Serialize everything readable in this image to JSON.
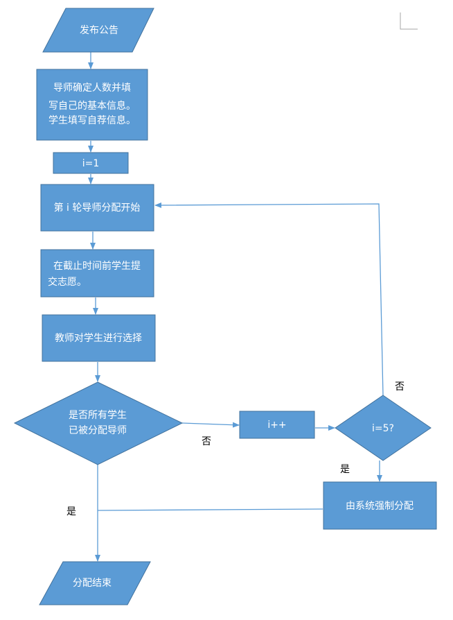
{
  "colors": {
    "node_fill": "#5b9bd5",
    "node_stroke": "#41719c",
    "edge": "#5b9bd5",
    "text_on_node": "#ffffff",
    "text_label": "#000000"
  },
  "nodes": {
    "publish": {
      "text": "发布公告"
    },
    "tutor_info": {
      "lines": [
        "导师确定人数并填",
        "写自己的基本信息。",
        "学生填写自荐信息。"
      ]
    },
    "init_i": {
      "text": "i=1"
    },
    "round_start": {
      "text": "第 i 轮导师分配开始"
    },
    "submit_pref": {
      "lines": [
        "在截止时间前学生提",
        "交志愿。"
      ]
    },
    "teacher_select": {
      "text": "教师对学生进行选择"
    },
    "all_assigned": {
      "lines": [
        "是否所有学生",
        "已被分配导师"
      ]
    },
    "increment": {
      "text": "i++"
    },
    "check_five": {
      "text": "i=5?"
    },
    "force_assign": {
      "text": "由系统强制分配"
    },
    "end": {
      "text": "分配结束"
    }
  },
  "edge_labels": {
    "all_no": "否",
    "all_yes": "是",
    "five_no": "否",
    "five_yes": "是"
  }
}
